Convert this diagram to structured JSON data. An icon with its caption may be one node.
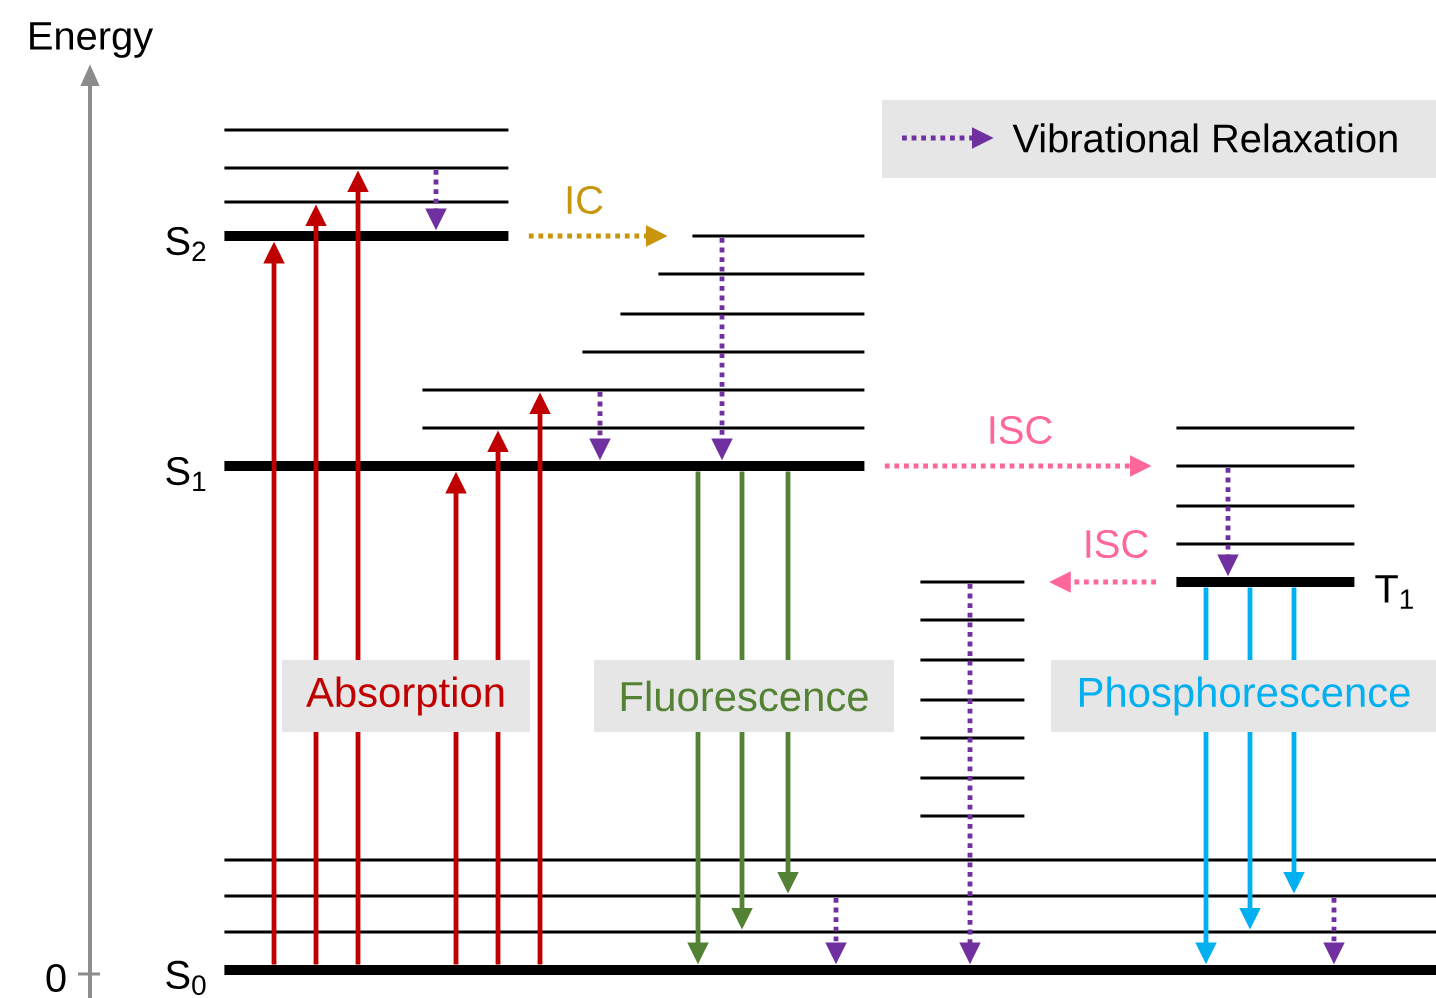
{
  "diagram": {
    "nodes": [
      {
        "text": [
          "S$_{2}$"
        ]
      },
      {
        "text": [],
        "shape": "bar"
      },
      {
        "text": [],
        "shape": "bar"
      },
      {
        "text": [],
        "shape": "bar"
      },
      {
        "text": [
          "S$_{1}$"
        ]
      },
      {
        "text": [],
        "shape": "bar"
      },
      {
        "text": [],
        "shape": "bar"
      },
      {
        "text": [],
        "shape": "bar"
      },
      {
        "text": [],
        "shape": "bar"
      },
      {
        "text": [],
        "shape": "bar"
      },
      {
        "text": [],
        "shape": "bar"
      },
      {
        "text": [
          "T$_{1}$"
        ]
      },
      {
        "text": [],
        "shape": "bar"
      },
      {
        "text": [],
        "shape": "bar"
      },
      {
        "text": [],
        "shape": "bar"
      },
      {
        "text": [],
        "shape": "bar"
      },
      {
        "text": [],
        "shape": "bar"
      },
      {
        "text": [],
        "shape": "bar"
      },
      {
        "text": [],
        "shape": "bar"
      },
      {
        "text": [],
        "shape": "bar"
      },
      {
        "text": [],
        "shape": "bar"
      },
      {
        "text": [],
        "shape": "bar"
      },
      {
        "text": [],
        "shape": "bar"
      },
      {
        "text": [
          "S$_{0}$"
        ]
      },
      {
        "text": [],
        "shape": "bar"
      },
      {
        "text": [],
        "shape": "bar"
      },
      {
        "text": [],
        "shape": "bar"
      }
    ],
    "edges": [
      {
        "from": 23,
        "to": 0,
        "arrow": "to",
        "color": "#c00000"
      },
      {
        "from": 23,
        "to": 1,
        "arrow": "to",
        "color": "#c00000"
      },
      {
        "from": 23,
        "to": 2,
        "arrow": "to",
        "color": "#c00000"
      },
      {
        "from": 23,
        "to": 4,
        "arrow": "to",
        "color": "#c00000"
      },
      {
        "from": 23,
        "to": 5,
        "arrow": "to",
        "color": "#c00000"
      },
      {
        "from": 23,
        "to": 6,
        "arrow": "to",
        "color": "#c00000"
      },
      {
        "from": 2,
        "to": 0,
        "arrow": "to",
        "style": "dashed",
        "color": "#7030a0"
      },
      {
        "from": 6,
        "to": 4,
        "arrow": "to",
        "style": "dashed",
        "color": "#7030a0"
      },
      {
        "from": 10,
        "to": 4,
        "arrow": "to",
        "style": "dashed",
        "color": "#7030a0"
      },
      {
        "from": 14,
        "to": 11,
        "arrow": "to",
        "style": "dashed",
        "color": "#7030a0"
      },
      {
        "from": 25,
        "to": 23,
        "arrow": "to",
        "style": "dashed",
        "color": "#7030a0"
      },
      {
        "from": 16,
        "to": 23,
        "arrow": "to",
        "style": "dashed",
        "color": "#7030a0"
      },
      {
        "from": 25,
        "to": 23,
        "arrow": "to",
        "style": "dashed",
        "color": "#7030a0"
      },
      {
        "from": 0,
        "to": 10,
        "arrow": "to",
        "style": "dashed",
        "color": "#c8960c",
        "label": "IC"
      },
      {
        "from": 4,
        "to": 14,
        "arrow": "to",
        "style": "dashed",
        "color": "#ff6699",
        "label": "ISC"
      },
      {
        "from": 11,
        "to": 16,
        "arrow": "to",
        "style": "dashed",
        "color": "#ff6699",
        "label": "ISC"
      },
      {
        "from": 4,
        "to": 23,
        "arrow": "to",
        "color": "#548235"
      },
      {
        "from": 4,
        "to": 24,
        "arrow": "to",
        "color": "#548235"
      },
      {
        "from": 4,
        "to": 25,
        "arrow": "to",
        "color": "#548235"
      },
      {
        "from": 11,
        "to": 23,
        "arrow": "to",
        "color": "#00b0f0"
      },
      {
        "from": 11,
        "to": 24,
        "arrow": "to",
        "color": "#00b0f0"
      },
      {
        "from": 11,
        "to": 25,
        "arrow": "to",
        "color": "#00b0f0"
      }
    ],
    "labels": [
      "Energy",
      "Absorption",
      "Fluorescence",
      "Phosphorescence",
      "0"
    ],
    "legend": [
      {
        "text": "Vibrational Relaxation"
      }
    ]
  }
}
